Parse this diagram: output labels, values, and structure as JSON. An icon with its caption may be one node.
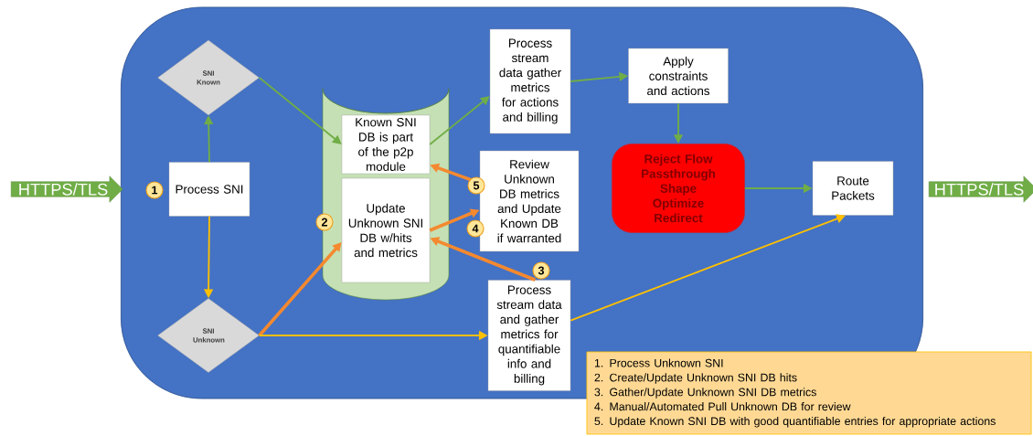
{
  "diagram": {
    "nodes": [
      {
        "text": [],
        "shape": "box"
      },
      {
        "text": [
          "HTTPS/TLS"
        ]
      },
      {
        "text": [
          "SNI Known"
        ],
        "in": 0
      },
      {
        "text": [],
        "shape": "cylinder",
        "in": 0
      },
      {
        "text": [
          "Known SNI DB is part of the p2p module"
        ],
        "in": 3
      },
      {
        "text": [
          "Update Unknown SNI DB w/hits and metrics"
        ],
        "in": 3
      },
      {
        "text": [
          "Process stream data gather metrics for actions and billing"
        ],
        "in": 0
      },
      {
        "text": [
          "Apply constraints and actions"
        ],
        "in": 0
      },
      {
        "text": [
          "Process SNI"
        ],
        "in": 0
      },
      {
        "text": [
          "Review Unknown DB metrics and Update Known DB if warranted"
        ],
        "in": 0
      },
      {
        "text": [
          "Reject Flow Passthrough Shape Optimize Redirect"
        ],
        "in": 0
      },
      {
        "text": [
          "Route Packets"
        ],
        "in": 0
      },
      {
        "text": [
          "HTTPS/TLS"
        ]
      },
      {
        "text": [
          "SNI Unknown"
        ],
        "in": 0
      },
      {
        "text": [
          "Process stream data and gather metrics for quantifiable info and billing"
        ],
        "in": 0
      },
      {
        "text": [
          "1. Process Unknown SNI",
          "2. Create/Update Unknown SNI DB hits",
          "3. Gather/Update Unknown SNI DB metrics",
          "4. Manual/Automated Pull Unknown DB for review",
          "5. Update Known SNI DB with good quantifiable entries for appropriate actions"
        ]
      }
    ],
    "edges": [
      {
        "from": 8,
        "to": 2,
        "arrow": "to"
      },
      {
        "from": 2,
        "to": 4,
        "arrow": "to"
      },
      {
        "from": 4,
        "to": 6,
        "arrow": "to"
      },
      {
        "from": 6,
        "to": 7,
        "arrow": "to"
      },
      {
        "from": 7,
        "to": 10,
        "arrow": "to"
      },
      {
        "from": 10,
        "to": 11,
        "arrow": "to"
      },
      {
        "from": 8,
        "to": 13,
        "arrow": "to",
        "color": "#ffc000"
      },
      {
        "from": 13,
        "to": 5,
        "arrow": "to",
        "style": "thick",
        "color": "#f4892f"
      },
      {
        "from": 13,
        "to": 14,
        "arrow": "to",
        "color": "#ffc000"
      },
      {
        "from": 14,
        "to": 11,
        "arrow": "to",
        "color": "#ffc000"
      },
      {
        "from": 5,
        "to": 9,
        "arrow": "to",
        "style": "thick",
        "color": "#f4892f"
      },
      {
        "from": 14,
        "to": 5,
        "arrow": "to",
        "style": "thick",
        "color": "#f4892f"
      },
      {
        "from": 9,
        "to": 4,
        "arrow": "to",
        "style": "thick",
        "color": "#f4892f"
      }
    ],
    "labels": [
      "1",
      "2",
      "3",
      "4",
      "5"
    ]
  }
}
